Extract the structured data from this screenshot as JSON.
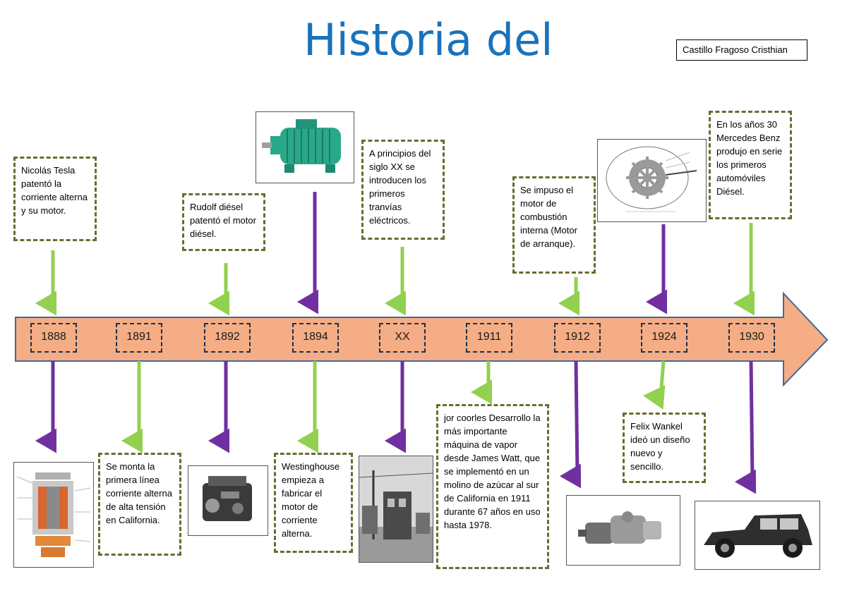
{
  "title": "Historia del",
  "author": "Castillo Fragoso Cristhian",
  "colors": {
    "title": "#1a72bb",
    "arrow_fill": "#f4ad85",
    "arrow_stroke": "#3f6aa0",
    "green": "#92d050",
    "purple": "#7030a0",
    "card_border": "#6b6b30"
  },
  "years": [
    "1888",
    "1891",
    "1892",
    "1894",
    "XX",
    "1911",
    "1912",
    "1924",
    "1930"
  ],
  "cards": {
    "tesla": "Nicolás Tesla patentó la corriente alterna y su motor.",
    "diesel": "Rudolf diésel patentó el motor diésel.",
    "tranvias": "A principios del siglo XX se introducen los primeros tranvías eléctricos.",
    "combustion": "Se impuso el motor de combustión interna (Motor de arranque).",
    "mercedes": "En los años 30 Mercedes Benz produjo en serie los primeros automóviles Diésel.",
    "linea": "Se monta la primera línea corriente alterna de alta tensión en California.",
    "westinghouse": "Westinghouse empieza a fabricar el motor de corriente alterna.",
    "vapor": "jor coorles Desarrollo la más importante máquina de vapor desde James Watt, que se implementó en un molino de azúcar al sur de California en 1911 durante 67 años en uso hasta 1978.",
    "wankel": "Felix Wankel ideó un diseño nuevo y sencillo."
  },
  "images": {
    "electric_motor": "green-electric-motor",
    "wankel_diagram": "wankel-rotary-diagram",
    "motor_cutaway": "motor-cutaway-drawing",
    "engine_block": "engine-photo",
    "tram_photo": "tram-photo",
    "starter_motor": "starter-motor-photo",
    "vintage_car": "vintage-car-photo"
  }
}
